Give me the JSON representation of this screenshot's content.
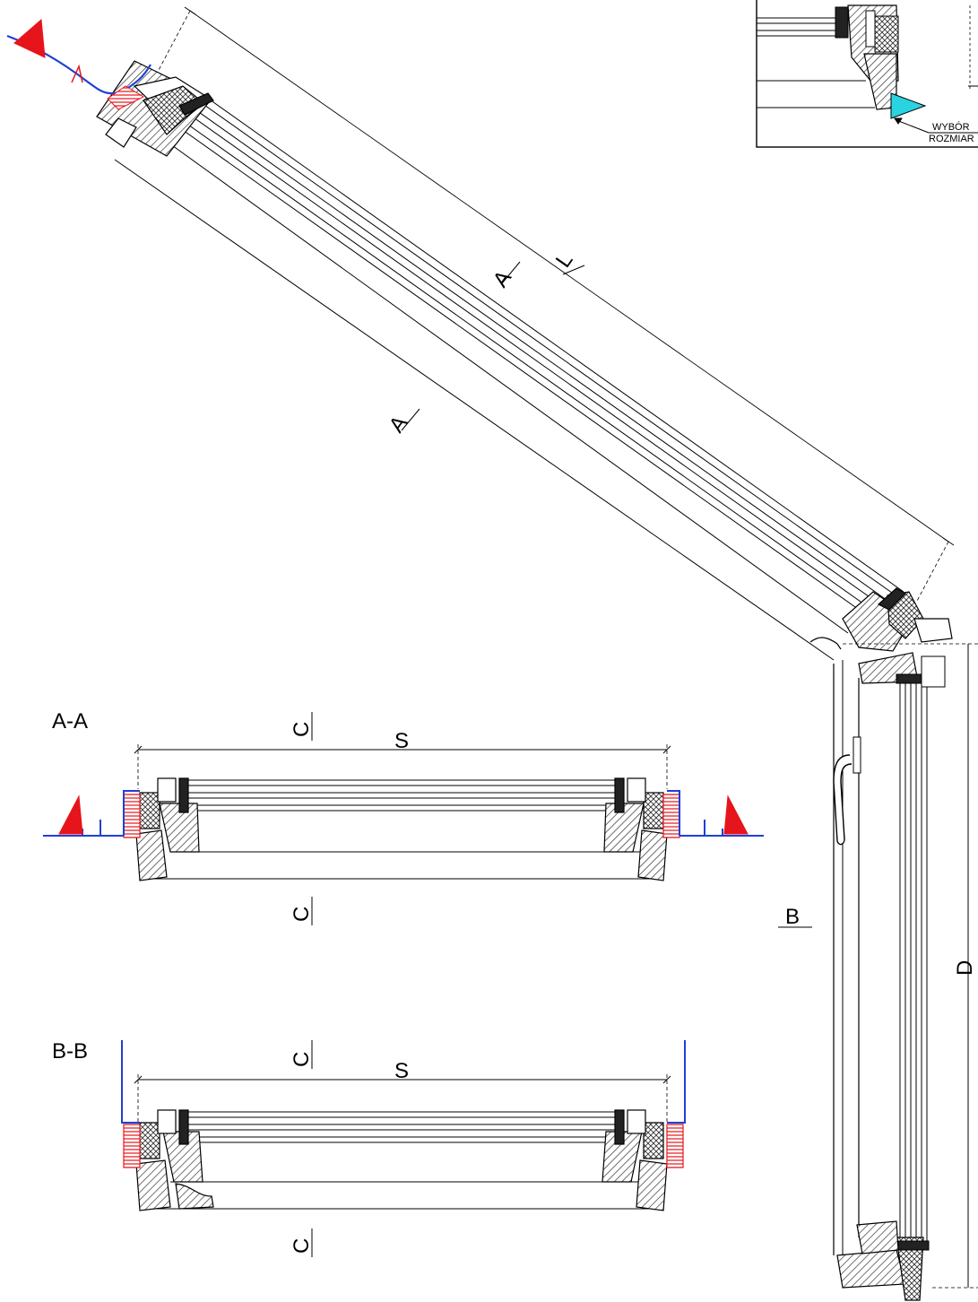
{
  "section_labels": {
    "aa": "A-A",
    "bb": "B-B"
  },
  "dimension_labels": {
    "a": "A",
    "l": "L",
    "b": "B",
    "c": "C",
    "d": "D",
    "s": "S"
  },
  "detail": {
    "line1": "WYBÓR",
    "line2": "ROZMIAR"
  },
  "colors": {
    "line": "#000000",
    "flashing": "#1f3fd6",
    "insulation": "#e6151b",
    "seal_accent": "#2ad3e0",
    "hatch": "#444444"
  }
}
